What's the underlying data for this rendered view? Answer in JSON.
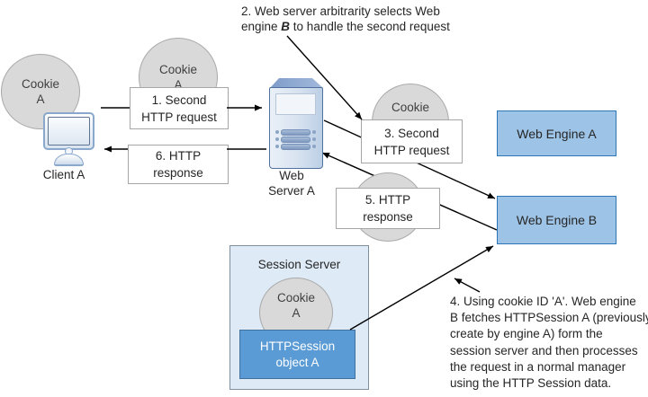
{
  "diagram": {
    "annotation2": {
      "line1": "2. Web server arbitrarity selects Web",
      "line2_pre": "engine ",
      "line2_emph": "B",
      "line2_post": " to handle the second request"
    },
    "annotation4": {
      "lines": [
        "4. Using cookie ID 'A'. Web engine",
        "B fetches HTTPSession A (previously",
        "create by engine A) form the",
        "session server and then processes",
        "the request in a normal manager",
        "using the HTTP Session data."
      ]
    },
    "cookies": {
      "left": {
        "line1": "Cookie",
        "line2": "A"
      },
      "request": {
        "line1": "Cookie",
        "line2": "A"
      },
      "server_side": {
        "line1": "Cookie"
      },
      "session": {
        "line1": "Cookie",
        "line2": "A"
      }
    },
    "boxes": {
      "step1": {
        "line1": "1. Second",
        "line2": "HTTP request"
      },
      "step3": {
        "line1": "3. Second",
        "line2": "HTTP request"
      },
      "step5": {
        "line1": "5. HTTP",
        "line2": "response"
      },
      "step6": {
        "line1": "6. HTTP",
        "line2": "response"
      }
    },
    "client_label": "Client A",
    "server_label": {
      "line1": "Web",
      "line2": "Server A"
    },
    "engine_a_label": "Web Engine A",
    "engine_b_label": "Web Engine B",
    "session_server_label": "Session Server",
    "httpsession": {
      "line1": "HTTPSession",
      "line2": "object A"
    },
    "colors": {
      "cookie_fill": "#d9d9d9",
      "cookie_border": "#a9a9a9",
      "white_box_border": "#a6a6a6",
      "engine_fill": "#9dc3e6",
      "engine_border": "#2e75b6",
      "session_server_fill": "#deeaf6",
      "httpsession_fill": "#5b9bd5",
      "httpsession_border": "#41719c",
      "arrow": "#000000"
    }
  }
}
